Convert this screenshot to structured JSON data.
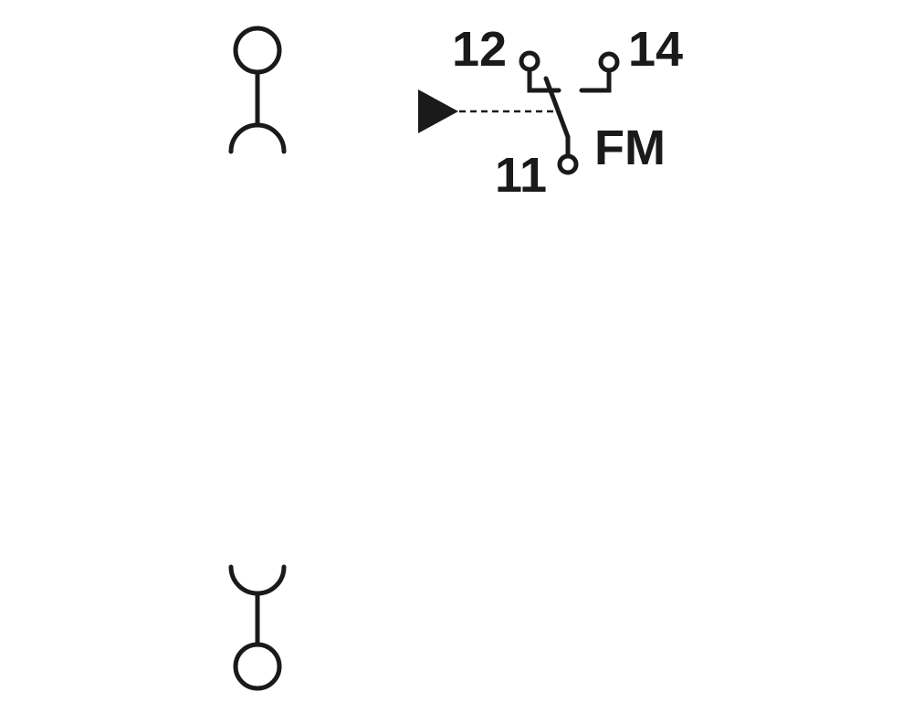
{
  "diagram": {
    "type": "electrical-schematic",
    "background": "#ffffff",
    "stroke_color": "#1a1a1a",
    "terminal_top": {
      "description": "terminal connection point (socket)"
    },
    "terminal_bottom": {
      "description": "terminal connection point (socket)"
    },
    "contact": {
      "label": "FM",
      "terminals": {
        "common": "11",
        "nc": "12",
        "no": "14"
      },
      "actuator": "triangle with dashed mechanical linkage"
    }
  }
}
